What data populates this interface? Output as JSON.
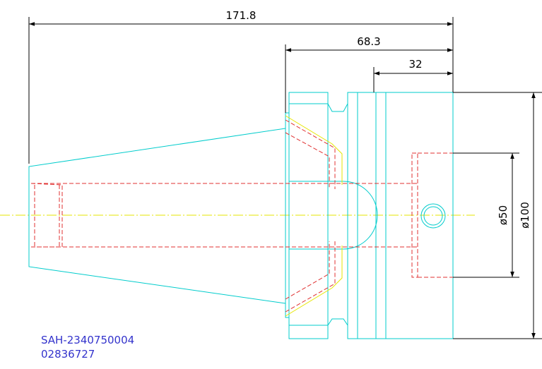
{
  "drawing": {
    "colors": {
      "outline": "#00cccc",
      "hidden_line": "#e03030",
      "centerline": "#e6e600",
      "dimension": "#000000",
      "label": "#3333cc"
    },
    "dimensions": {
      "overall_length": "171.8",
      "flange_to_face": "68.3",
      "flange_width": "32",
      "bore_diameter": "ø50",
      "outer_diameter": "ø100"
    },
    "part_label": {
      "line1": "SAH-2340750004",
      "line2": "02836727"
    }
  }
}
